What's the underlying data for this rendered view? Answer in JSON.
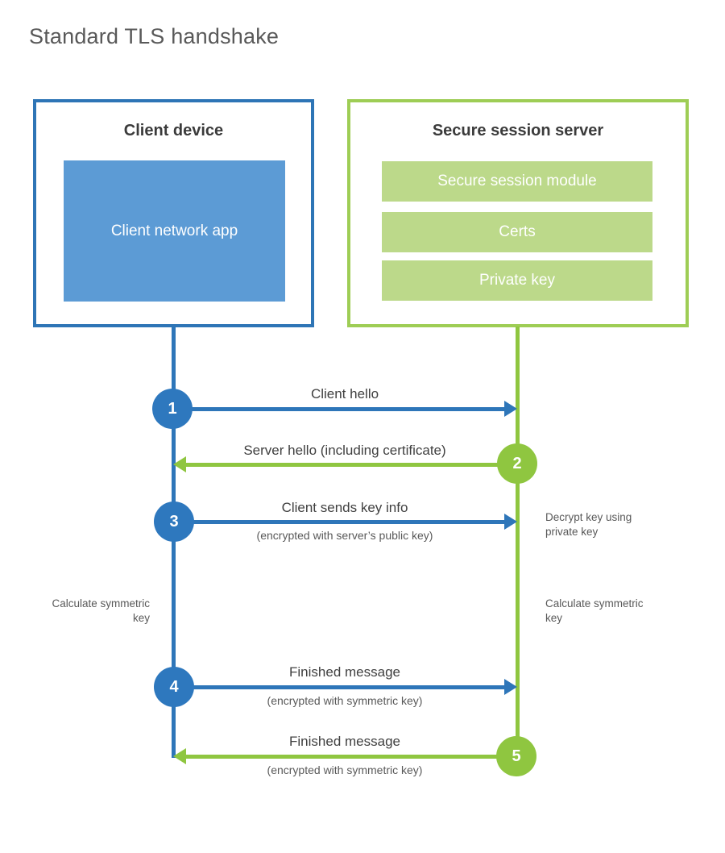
{
  "title": "Standard TLS handshake",
  "colors": {
    "blue_dark": "#2E76B9",
    "blue_fill": "#5C9BD5",
    "green_main": "#8FC640",
    "green_border": "#9ECD55",
    "green_bar_fill": "#BCD98A",
    "title_gray": "#595959",
    "text_dark": "#404040"
  },
  "client": {
    "title": "Client device",
    "app_label": "Client network app"
  },
  "server": {
    "title": "Secure session server",
    "modules": [
      "Secure session module",
      "Certs",
      "Private key"
    ]
  },
  "steps": [
    {
      "num": "1",
      "label": "Client hello",
      "direction": "right",
      "color": "blue"
    },
    {
      "num": "2",
      "label": "Server hello (including certificate)",
      "direction": "left",
      "color": "green"
    },
    {
      "num": "3",
      "label": "Client sends key info",
      "sublabel": "(encrypted with server’s public key)",
      "direction": "right",
      "color": "blue"
    },
    {
      "num": "4",
      "label": "Finished message",
      "sublabel": "(encrypted with symmetric key)",
      "direction": "right",
      "color": "blue"
    },
    {
      "num": "5",
      "label": "Finished message",
      "sublabel": "(encrypted with symmetric key)",
      "direction": "left",
      "color": "green"
    }
  ],
  "annotations": {
    "decrypt_note": "Decrypt key using private key",
    "calculate_left": "Calculate symmetric key",
    "calculate_right": "Calculate symmetric key"
  }
}
